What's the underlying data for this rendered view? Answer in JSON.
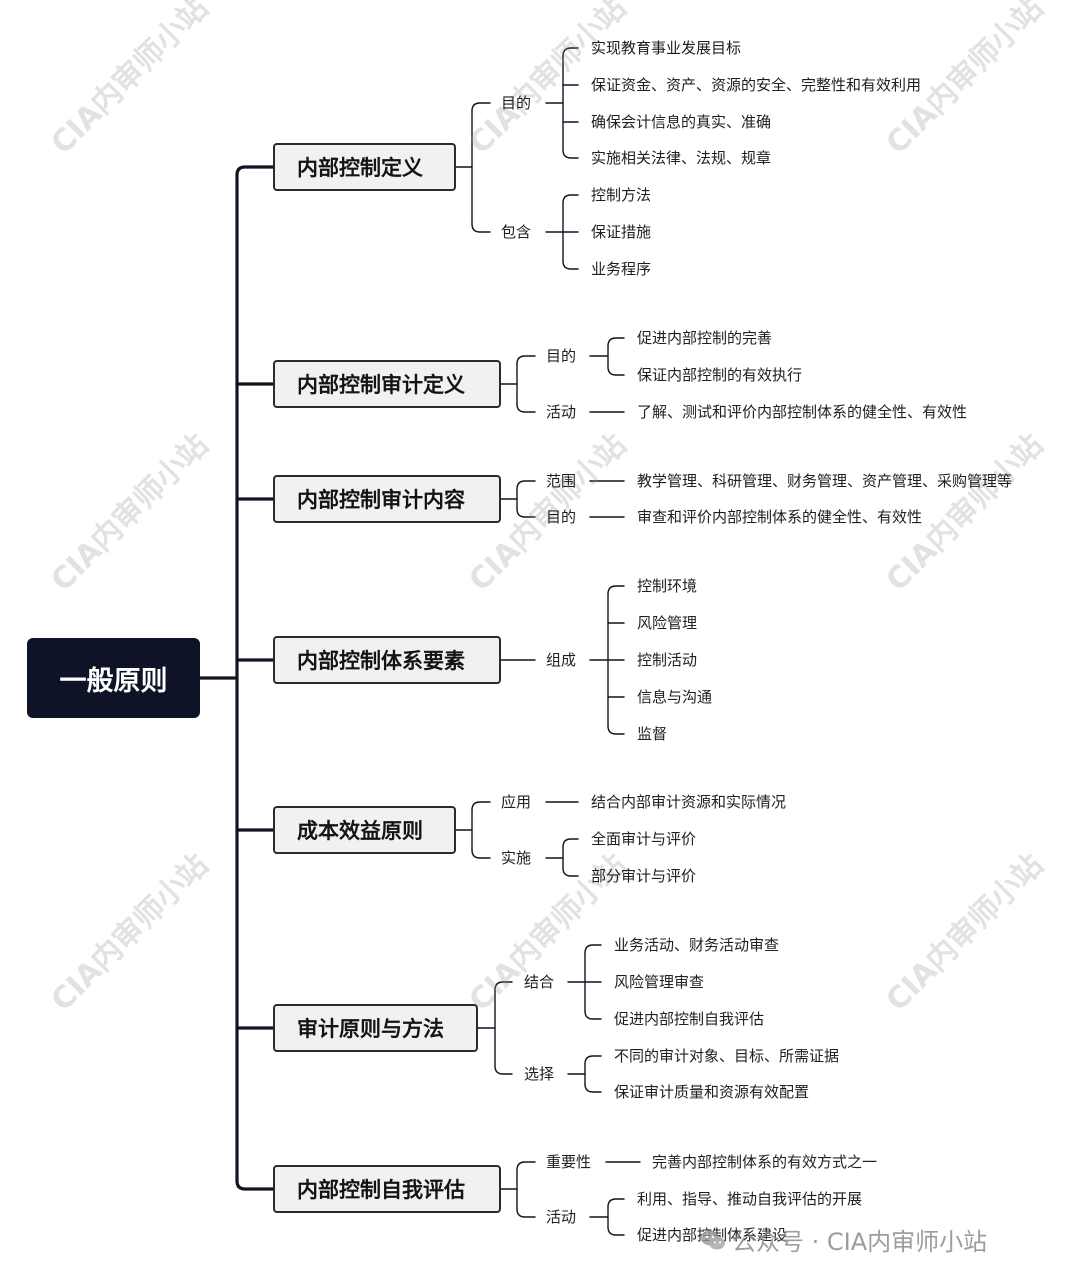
{
  "root": "一般原则",
  "branches": [
    "内部控制定义",
    "内部控制审计定义",
    "内部控制审计内容",
    "内部控制体系要素",
    "成本效益原则",
    "审计原则与方法",
    "内部控制自我评估"
  ],
  "subs": [
    "目的",
    "包含",
    "目的",
    "活动",
    "范围",
    "目的",
    "组成",
    "应用",
    "实施",
    "结合",
    "选择",
    "重要性",
    "活动"
  ],
  "leaves": [
    "实现教育事业发展目标",
    "保证资金、资产、资源的安全、完整性和有效利用",
    "确保会计信息的真实、准确",
    "实施相关法律、法规、规章",
    "控制方法",
    "保证措施",
    "业务程序",
    "促进内部控制的完善",
    "保证内部控制的有效执行",
    "了解、测试和评价内部控制体系的健全性、有效性",
    "教学管理、科研管理、财务管理、资产管理、采购管理等",
    "审查和评价内部控制体系的健全性、有效性",
    "控制环境",
    "风险管理",
    "控制活动",
    "信息与沟通",
    "监督",
    "结合内部审计资源和实际情况",
    "全面审计与评价",
    "部分审计与评价",
    "业务活动、财务活动审查",
    "风险管理审查",
    "促进内部控制自我评估",
    "不同的审计对象、目标、所需证据",
    "保证审计质量和资源有效配置",
    "完善内部控制体系的有效方式之一",
    "利用、指导、推动自我评估的开展",
    "促进内部控制体系建设"
  ],
  "watermark": "CIA内审师小站",
  "footer": {
    "label": "公众号 · CIA内审师小站",
    "icon": "wechat-icon"
  },
  "colors": {
    "root_bg": "#0f1327",
    "branch_bg": "#f1f1f1",
    "line": "#111522"
  }
}
